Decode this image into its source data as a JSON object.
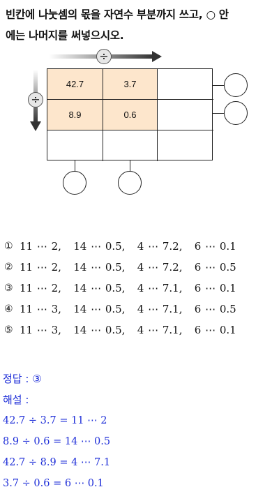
{
  "question": {
    "line1": "빈칸에 나눗셈의 몫을 자연수 부분까지 쓰고, ○ 안",
    "line2": "에는 나머지를 써넣으시오."
  },
  "diagram": {
    "divide_symbol": "÷",
    "cells": {
      "r1c1": "42.7",
      "r1c2": "3.7",
      "r2c1": "8.9",
      "r2c2": "0.6"
    }
  },
  "options": [
    {
      "marker": "①",
      "text": "11 ⋯ 2,   14 ⋯ 0.5,   4 ⋯ 7.2,   6 ⋯ 0.1"
    },
    {
      "marker": "②",
      "text": "11 ⋯ 2,   14 ⋯ 0.5,   4 ⋯ 7.2,   6 ⋯ 0.5"
    },
    {
      "marker": "③",
      "text": "11 ⋯ 2,   14 ⋯ 0.5,   4 ⋯ 7.1,   6 ⋯ 0.1"
    },
    {
      "marker": "④",
      "text": "11 ⋯ 3,   14 ⋯ 0.5,   4 ⋯ 7.1,   6 ⋯ 0.5"
    },
    {
      "marker": "⑤",
      "text": "11 ⋯ 3,   14 ⋯ 0.5,   4 ⋯ 7.1,   6 ⋯ 0.1"
    }
  ],
  "answer": {
    "label": "정답 : ③",
    "explanation_label": "해설 :",
    "steps": [
      "42.7 ÷ 3.7 = 11 ⋯ 2",
      "8.9 ÷ 0.6 = 14 ⋯ 0.5",
      "42.7 ÷ 8.9 = 4 ⋯ 7.1",
      "3.7 ÷ 0.6 = 6 ⋯ 0.1"
    ]
  },
  "colors": {
    "cell_fill": "#fde6cc",
    "answer_text": "#1f2fd8"
  },
  "icons": {
    "horizontal": "right-arrow-icon",
    "vertical": "down-arrow-icon",
    "badge": "divide-icon"
  }
}
